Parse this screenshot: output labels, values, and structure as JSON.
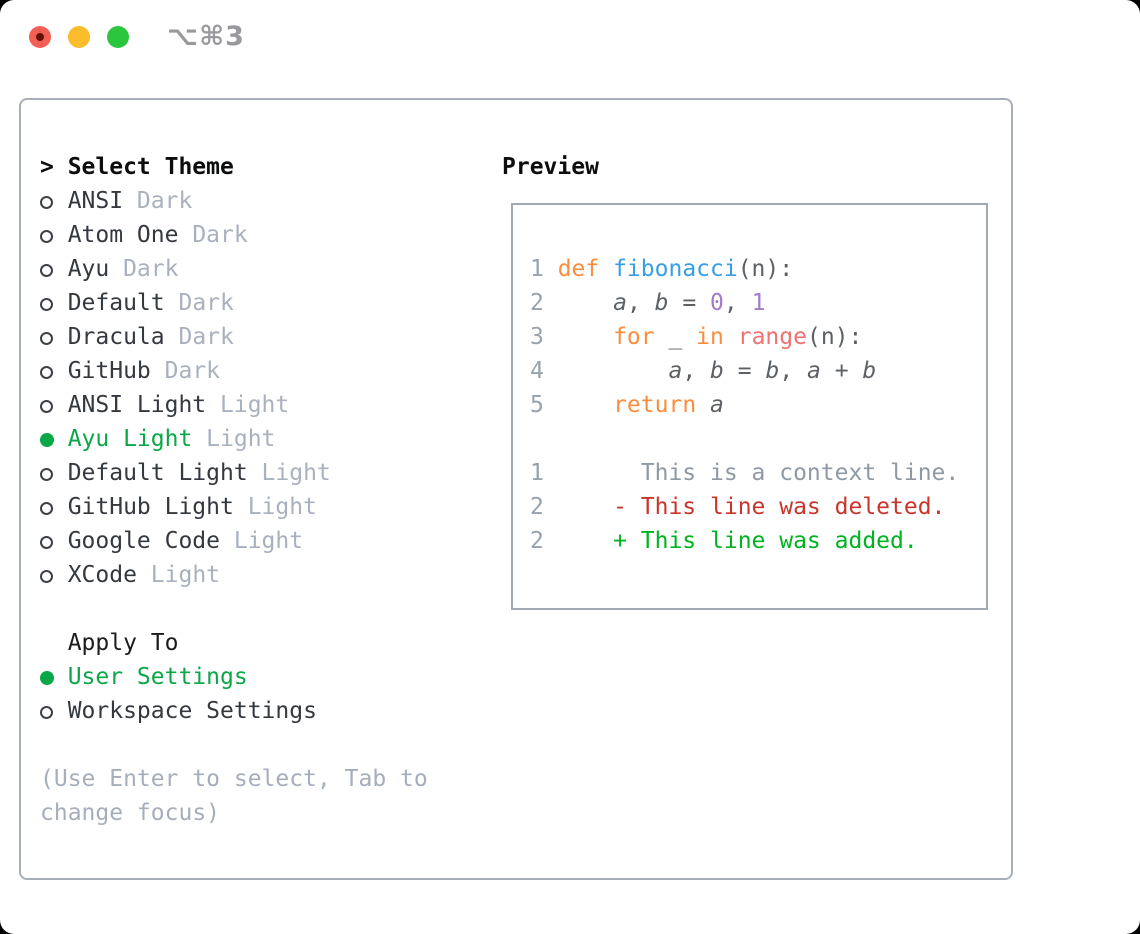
{
  "window": {
    "shortcut": "⌥⌘3"
  },
  "palette": {
    "accent_green": "#0aa748",
    "keyword_orange": "#fa8d3e",
    "function_blue": "#399ee6",
    "call_coral": "#f07171",
    "number_purple": "#a37acc",
    "code_foreground": "#5c6166",
    "line_number_gray": "#98a2ad",
    "context_gray": "#8f99a3",
    "deleted_red": "#c9352b",
    "added_green": "#00b321",
    "muted_gray": "#a9b1be",
    "traffic_red": "#f35f55",
    "traffic_yellow": "#fcbd2d",
    "traffic_green": "#2cc63e"
  },
  "theme_picker": {
    "prompt": ">",
    "title": "Select Theme",
    "themes": [
      {
        "name": "ANSI",
        "tag": "Dark",
        "selected": false
      },
      {
        "name": "Atom One",
        "tag": "Dark",
        "selected": false
      },
      {
        "name": "Ayu",
        "tag": "Dark",
        "selected": false
      },
      {
        "name": "Default",
        "tag": "Dark",
        "selected": false
      },
      {
        "name": "Dracula",
        "tag": "Dark",
        "selected": false
      },
      {
        "name": "GitHub",
        "tag": "Dark",
        "selected": false
      },
      {
        "name": "ANSI Light",
        "tag": "Light",
        "selected": false
      },
      {
        "name": "Ayu Light",
        "tag": "Light",
        "selected": true
      },
      {
        "name": "Default Light",
        "tag": "Light",
        "selected": false
      },
      {
        "name": "GitHub Light",
        "tag": "Light",
        "selected": false
      },
      {
        "name": "Google Code",
        "tag": "Light",
        "selected": false
      },
      {
        "name": "XCode",
        "tag": "Light",
        "selected": false
      }
    ],
    "apply_to": {
      "title": "Apply To",
      "options": [
        {
          "name": "User Settings",
          "selected": true
        },
        {
          "name": "Workspace Settings",
          "selected": false
        }
      ]
    },
    "help": "(Use Enter to select, Tab to change focus)"
  },
  "preview": {
    "title": "Preview",
    "code_lines": [
      {
        "num": "1",
        "segments": [
          {
            "t": "def ",
            "c": "kw"
          },
          {
            "t": "fibonacci",
            "c": "fn"
          },
          {
            "t": "(n):",
            "c": "pl"
          }
        ]
      },
      {
        "num": "2",
        "segments": [
          {
            "t": "    ",
            "c": "pl"
          },
          {
            "t": "a",
            "c": "var"
          },
          {
            "t": ", ",
            "c": "pl"
          },
          {
            "t": "b",
            "c": "var"
          },
          {
            "t": " = ",
            "c": "pl"
          },
          {
            "t": "0",
            "c": "num"
          },
          {
            "t": ", ",
            "c": "pl"
          },
          {
            "t": "1",
            "c": "num"
          }
        ]
      },
      {
        "num": "3",
        "segments": [
          {
            "t": "    ",
            "c": "pl"
          },
          {
            "t": "for",
            "c": "kw"
          },
          {
            "t": " _ ",
            "c": "pl"
          },
          {
            "t": "in",
            "c": "kw"
          },
          {
            "t": " ",
            "c": "pl"
          },
          {
            "t": "range",
            "c": "call"
          },
          {
            "t": "(n):",
            "c": "pl"
          }
        ]
      },
      {
        "num": "4",
        "segments": [
          {
            "t": "        ",
            "c": "pl"
          },
          {
            "t": "a",
            "c": "var"
          },
          {
            "t": ", ",
            "c": "pl"
          },
          {
            "t": "b",
            "c": "var"
          },
          {
            "t": " = ",
            "c": "pl"
          },
          {
            "t": "b",
            "c": "var"
          },
          {
            "t": ", ",
            "c": "pl"
          },
          {
            "t": "a",
            "c": "var"
          },
          {
            "t": " + ",
            "c": "pl"
          },
          {
            "t": "b",
            "c": "var"
          }
        ]
      },
      {
        "num": "5",
        "segments": [
          {
            "t": "    ",
            "c": "pl"
          },
          {
            "t": "return",
            "c": "kw"
          },
          {
            "t": " ",
            "c": "pl"
          },
          {
            "t": "a",
            "c": "var"
          }
        ]
      },
      {
        "num": "",
        "segments": []
      },
      {
        "num": "1",
        "segments": [
          {
            "t": "      This is a context line.",
            "c": "ctx"
          }
        ]
      },
      {
        "num": "2",
        "segments": [
          {
            "t": "    - This line was deleted.",
            "c": "del"
          }
        ]
      },
      {
        "num": "2",
        "segments": [
          {
            "t": "    + This line was added.",
            "c": "add"
          }
        ]
      }
    ]
  }
}
